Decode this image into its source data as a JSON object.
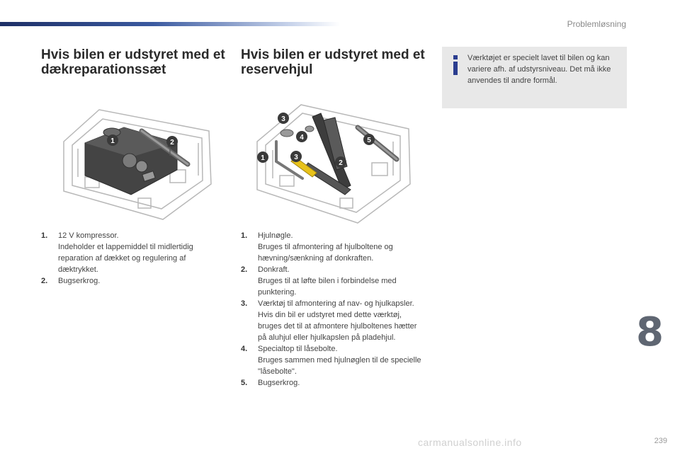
{
  "header": {
    "section_label": "Problemløsning"
  },
  "left": {
    "heading": "Hvis bilen er udstyret med et dækreparationssæt",
    "callouts": [
      "1",
      "2"
    ],
    "items": [
      {
        "num": "1.",
        "title": "12 V kompressor.",
        "desc": "Indeholder et lappemiddel til midlertidig reparation af dækket og regulering af dæktrykket."
      },
      {
        "num": "2.",
        "title": "Bugserkrog.",
        "desc": ""
      }
    ]
  },
  "middle": {
    "heading": "Hvis bilen er udstyret med et reservehjul",
    "callouts": [
      "3",
      "4",
      "1",
      "3",
      "2",
      "5"
    ],
    "items": [
      {
        "num": "1.",
        "title": "Hjulnøgle.",
        "desc": "Bruges til afmontering af hjulboltene og hævning/sænkning af donkraften."
      },
      {
        "num": "2.",
        "title": "Donkraft.",
        "desc": "Bruges til at løfte bilen i forbindelse med punktering."
      },
      {
        "num": "3.",
        "title": "Værktøj til afmontering af nav- og hjulkapsler.",
        "desc": "Hvis din bil er udstyret med dette værktøj, bruges det til at afmontere hjulboltenes hætter på aluhjul eller hjulkapslen på pladehjul."
      },
      {
        "num": "4.",
        "title": "Specialtop til låsebolte.",
        "desc": "Bruges sammen med hjulnøglen til de specielle \"låsebolte\"."
      },
      {
        "num": "5.",
        "title": "Bugserkrog.",
        "desc": ""
      }
    ]
  },
  "info": {
    "text": "Værktøjet er specielt lavet til bilen og kan variere afh. af udstyrsniveau. Det må ikke anvendes til andre formål."
  },
  "chapter": "8",
  "page_number": "239",
  "watermark": "carmanualsonline.info",
  "colors": {
    "accent_blue": "#2b3d8f",
    "header_gradient_start": "#1d2f66",
    "info_bg": "#e8e8e8",
    "callout": "#3a3a3a",
    "jack_yellow": "#e8c21a"
  }
}
